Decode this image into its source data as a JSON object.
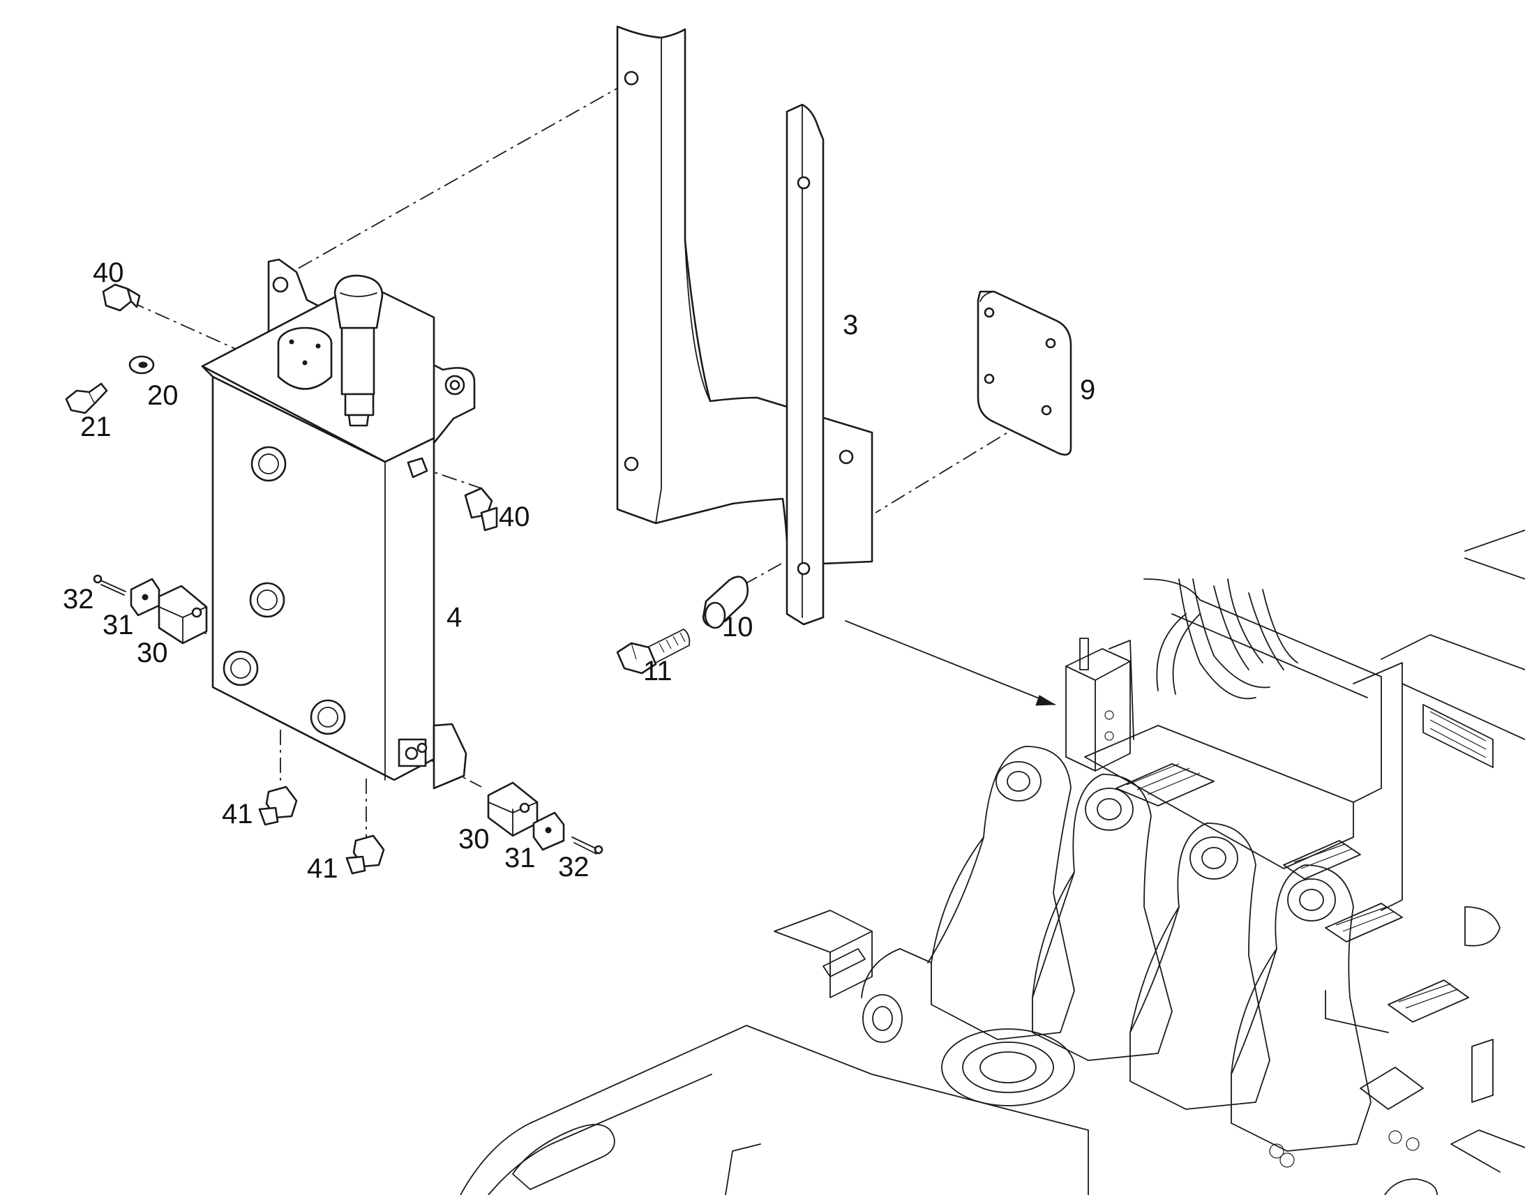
{
  "callouts": {
    "c3": "3",
    "c4": "4",
    "c9": "9",
    "c10": "10",
    "c11": "11",
    "c20": "20",
    "c21": "21",
    "c30a": "30",
    "c31a": "31",
    "c32a": "32",
    "c30b": "30",
    "c31b": "31",
    "c32b": "32",
    "c40a": "40",
    "c40b": "40",
    "c41a": "41",
    "c41b": "41"
  },
  "colors": {
    "line": "#1a1a1a",
    "background": "#ffffff"
  }
}
